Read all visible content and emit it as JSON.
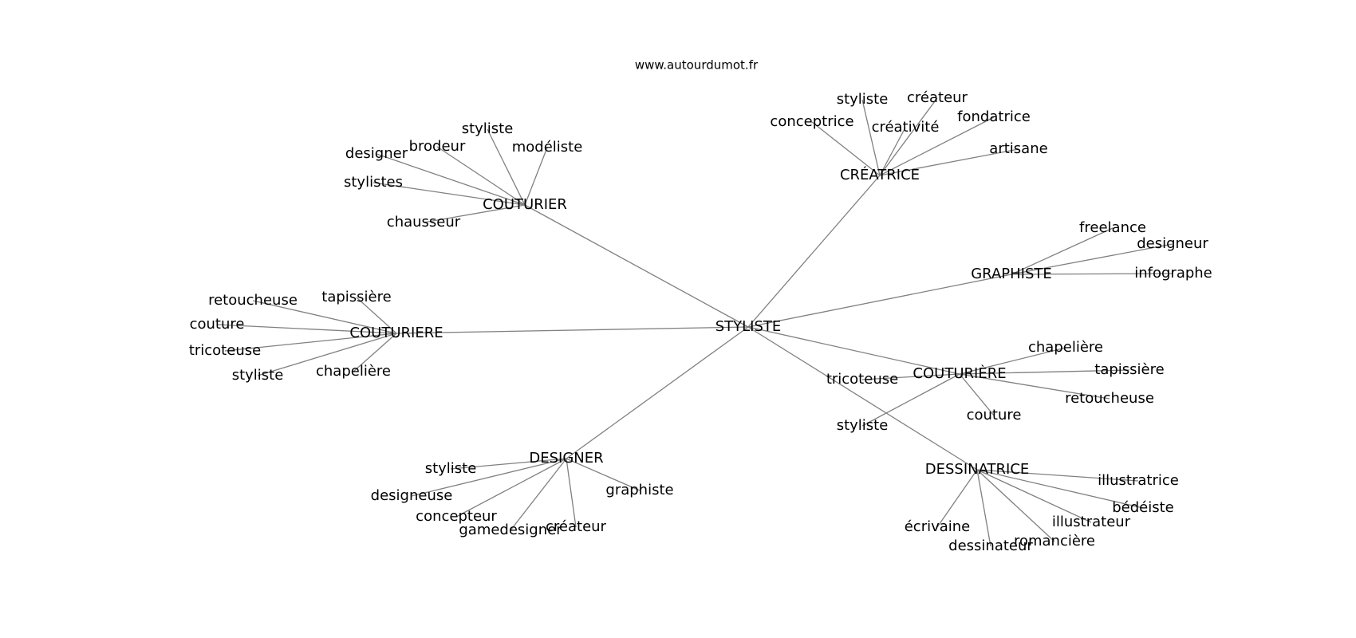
{
  "site": "www.autourdumot.fr",
  "center": "STYLISTE",
  "clusters": [
    {
      "hub": "COUTURIER",
      "leaves": [
        "styliste",
        "brodeur",
        "modéliste",
        "designer",
        "stylistes",
        "chausseur"
      ]
    },
    {
      "hub": "CRÉATRICE",
      "leaves": [
        "styliste",
        "créateur",
        "conceptrice",
        "créativité",
        "fondatrice",
        "artisane"
      ]
    },
    {
      "hub": "GRAPHISTE",
      "leaves": [
        "freelance",
        "designeur",
        "infographe"
      ]
    },
    {
      "hub": "COUTURIERE",
      "leaves": [
        "retoucheuse",
        "tapissière",
        "couture",
        "tricoteuse",
        "styliste",
        "chapelière"
      ]
    },
    {
      "hub": "COUTURIÈRE",
      "leaves": [
        "chapelière",
        "tapissière",
        "tricoteuse",
        "retoucheuse",
        "couture",
        "styliste"
      ]
    },
    {
      "hub": "DESIGNER",
      "leaves": [
        "styliste",
        "designeuse",
        "graphiste",
        "concepteur",
        "gamedesigner",
        "créateur"
      ]
    },
    {
      "hub": "DESSINATRICE",
      "leaves": [
        "illustratrice",
        "bédéiste",
        "illustrateur",
        "écrivaine",
        "romancière",
        "dessinateur"
      ]
    }
  ]
}
